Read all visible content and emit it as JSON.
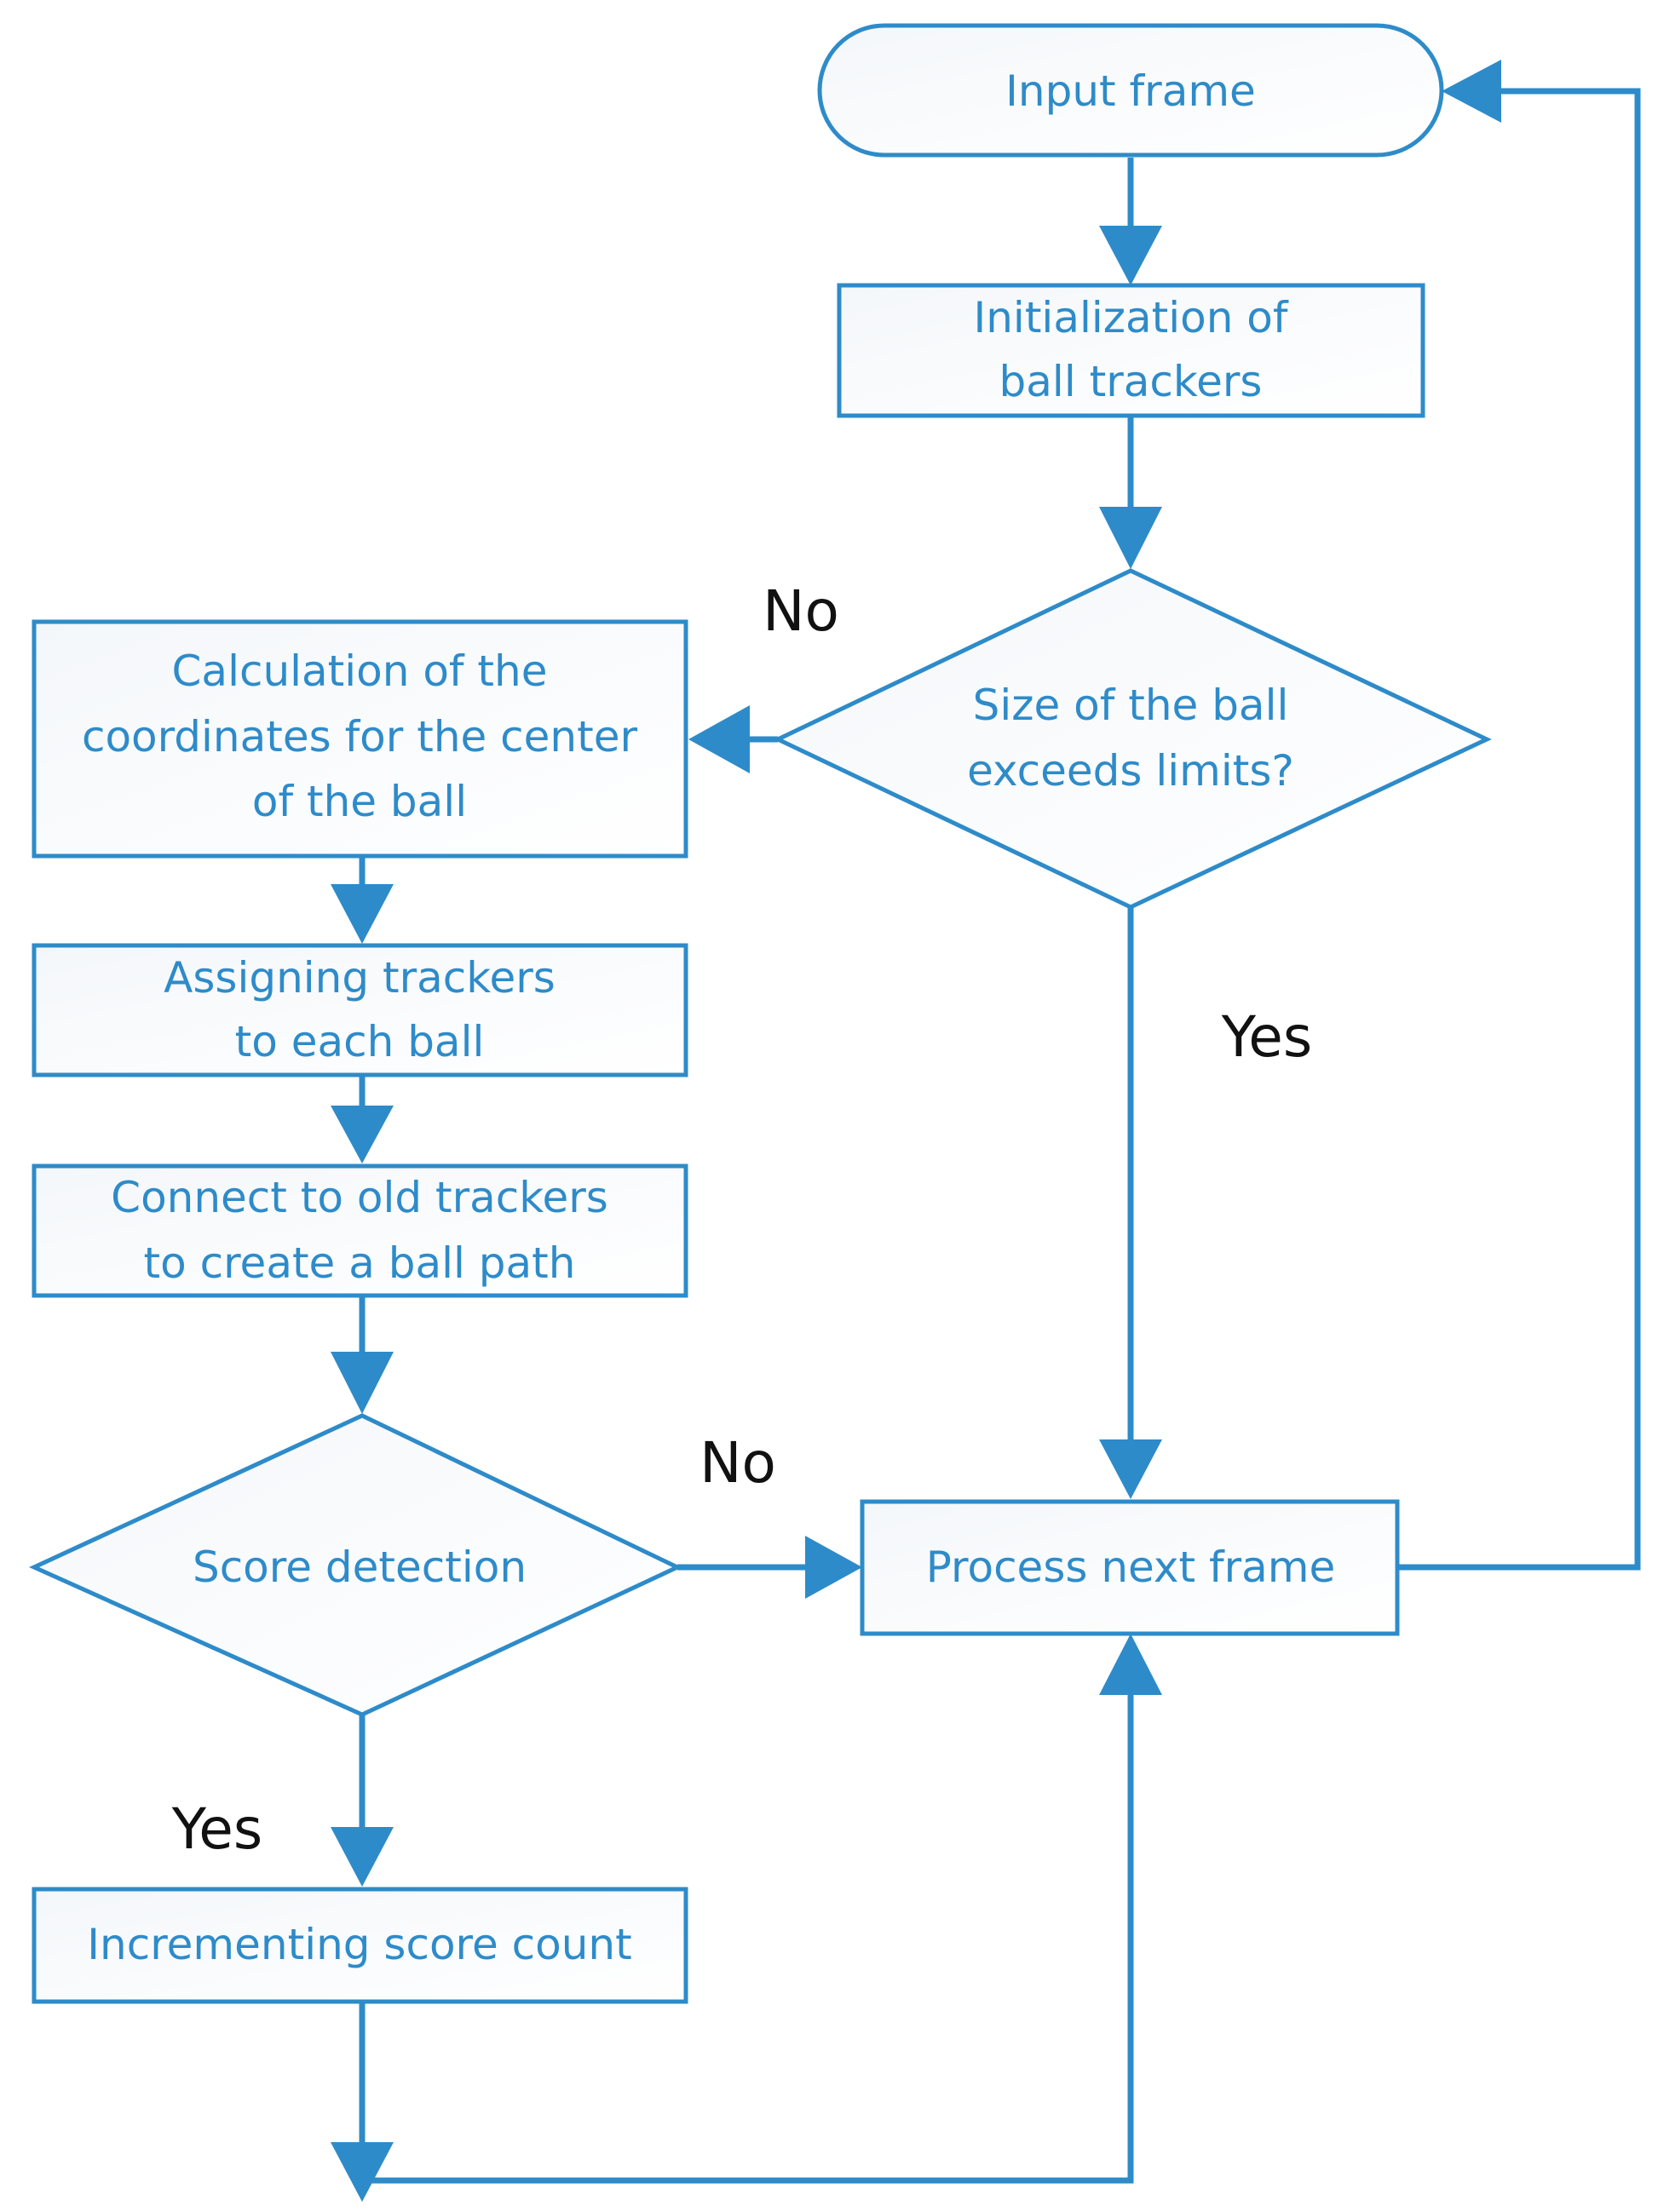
{
  "colors": {
    "stroke": "#2E8BC9",
    "node_text": "#2E8BC9",
    "label_text": "#111111",
    "fill_light": "#F4F7FA",
    "fill_white": "#FFFFFF"
  },
  "nodes": {
    "input_frame": {
      "lines": [
        "Input frame"
      ]
    },
    "init_trackers": {
      "lines": [
        "Initialization of",
        "ball trackers"
      ]
    },
    "size_check": {
      "lines": [
        "Size of the ball",
        "exceeds limits?"
      ]
    },
    "calc_center": {
      "lines": [
        "Calculation of the",
        "coordinates for the center",
        "of the ball"
      ]
    },
    "assign_trackers": {
      "lines": [
        "Assigning trackers",
        "to each ball"
      ]
    },
    "connect_trackers": {
      "lines": [
        "Connect to old trackers",
        "to create a ball path"
      ]
    },
    "score_detection": {
      "lines": [
        "Score detection"
      ]
    },
    "process_next": {
      "lines": [
        "Process next frame"
      ]
    },
    "increment_score": {
      "lines": [
        "Incrementing score count"
      ]
    }
  },
  "branch_labels": {
    "size_no": "No",
    "size_yes": "Yes",
    "score_no": "No",
    "score_yes": "Yes"
  }
}
